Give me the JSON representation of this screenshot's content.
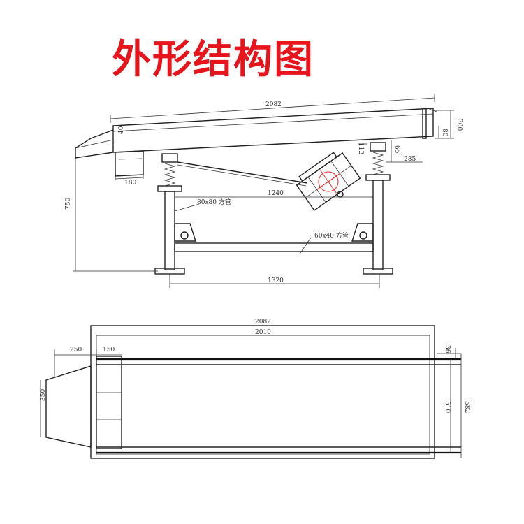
{
  "title": "外形结构图",
  "colors": {
    "title": "#e8141c",
    "line": "#222222",
    "motor_mark": "#e22222"
  },
  "side_view": {
    "overall_length": "2082",
    "side_height": "300",
    "dim_80": "80",
    "dim_65": "65",
    "dim_285": "285",
    "dim_112": "112",
    "dim_40": "40",
    "dim_180": "180",
    "height_750": "750",
    "span_1240": "1240",
    "span_1320": "1320",
    "upper_tube_label": "80x80 方管",
    "lower_tube_label": "60x40 方管"
  },
  "plan_view": {
    "overall_length": "2082",
    "inner_length": "2010",
    "dim_250": "250",
    "dim_150": "150",
    "dim_36": "36",
    "width_510": "510",
    "width_582": "582",
    "inlet_width_350": "350"
  }
}
